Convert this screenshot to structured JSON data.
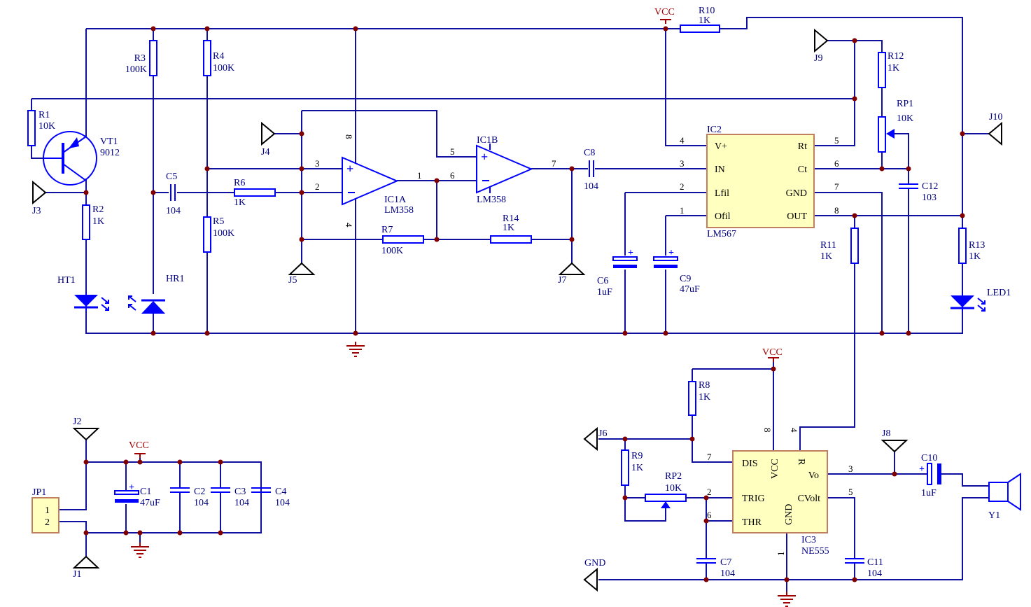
{
  "components": {
    "R1": {
      "ref": "R1",
      "value": "10K"
    },
    "R2": {
      "ref": "R2",
      "value": "1K"
    },
    "R3": {
      "ref": "R3",
      "value": "100K"
    },
    "R4": {
      "ref": "R4",
      "value": "100K"
    },
    "R5": {
      "ref": "R5",
      "value": "100K"
    },
    "R6": {
      "ref": "R6",
      "value": "1K"
    },
    "R7": {
      "ref": "R7",
      "value": "100K"
    },
    "R8": {
      "ref": "R8",
      "value": "1K"
    },
    "R9": {
      "ref": "R9",
      "value": "1K"
    },
    "R10": {
      "ref": "R10",
      "value": "1K"
    },
    "R11": {
      "ref": "R11",
      "value": "1K"
    },
    "R12": {
      "ref": "R12",
      "value": "1K"
    },
    "R13": {
      "ref": "R13",
      "value": "1K"
    },
    "R14": {
      "ref": "R14",
      "value": "1K"
    },
    "RP1": {
      "ref": "RP1",
      "value": "10K"
    },
    "RP2": {
      "ref": "RP2",
      "value": "10K"
    },
    "C1": {
      "ref": "C1",
      "value": "47uF"
    },
    "C2": {
      "ref": "C2",
      "value": "104"
    },
    "C3": {
      "ref": "C3",
      "value": "104"
    },
    "C4": {
      "ref": "C4",
      "value": "104"
    },
    "C5": {
      "ref": "C5",
      "value": "104"
    },
    "C6": {
      "ref": "C6",
      "value": "1uF"
    },
    "C7": {
      "ref": "C7",
      "value": "104"
    },
    "C8": {
      "ref": "C8",
      "value": "104"
    },
    "C9": {
      "ref": "C9",
      "value": "47uF"
    },
    "C10": {
      "ref": "C10",
      "value": "1uF"
    },
    "C11": {
      "ref": "C11",
      "value": "104"
    },
    "C12": {
      "ref": "C12",
      "value": "103"
    },
    "VT1": {
      "ref": "VT1",
      "value": "9012"
    },
    "HT1": {
      "ref": "HT1"
    },
    "HR1": {
      "ref": "HR1"
    },
    "LED1": {
      "ref": "LED1"
    },
    "IC1A": {
      "ref": "IC1A",
      "value": "LM358"
    },
    "IC1B": {
      "ref": "IC1B",
      "value": "LM358"
    },
    "IC2": {
      "ref": "IC2",
      "value": "LM567"
    },
    "IC3": {
      "ref": "IC3",
      "value": "NE555"
    },
    "Y1": {
      "ref": "Y1"
    },
    "JP1": {
      "ref": "JP1",
      "pins": [
        "1",
        "2"
      ]
    }
  },
  "ports": {
    "J1": "J1",
    "J2": "J2",
    "J3": "J3",
    "J4": "J4",
    "J5": "J5",
    "J6": "J6",
    "J7": "J7",
    "J8": "J8",
    "J9": "J9",
    "J10": "J10",
    "GND": "GND"
  },
  "power": {
    "vcc": "VCC"
  },
  "ic1": {
    "p3": "3",
    "p2": "2",
    "p1": "1",
    "p8": "8",
    "p4": "4",
    "p5": "5",
    "p6": "6",
    "p7": "7"
  },
  "ic2": {
    "left_pins": [
      "4",
      "3",
      "2",
      "1"
    ],
    "left_names": [
      "V+",
      "IN",
      "Lfil",
      "Ofil"
    ],
    "right_pins": [
      "5",
      "6",
      "7",
      "8"
    ],
    "right_names": [
      "Rt",
      "Ct",
      "GND",
      "OUT"
    ]
  },
  "ic3": {
    "pins": {
      "p7": "7",
      "p2": "2",
      "p6": "6",
      "p8": "8",
      "p4": "4",
      "p3": "3",
      "p5": "5",
      "p1": "1"
    },
    "names": {
      "dis": "DIS",
      "trig": "TRIG",
      "thr": "THR",
      "vcc": "VCC",
      "r": "R",
      "vo": "Vo",
      "cvolt": "CVolt",
      "gnd": "GND"
    }
  },
  "colors": {
    "wire": "#1010a0",
    "component": "#0000ff",
    "junction": "#800000",
    "ic_fill": "#ffffc0",
    "ic_border": "#c08060",
    "power": "#a00000"
  }
}
